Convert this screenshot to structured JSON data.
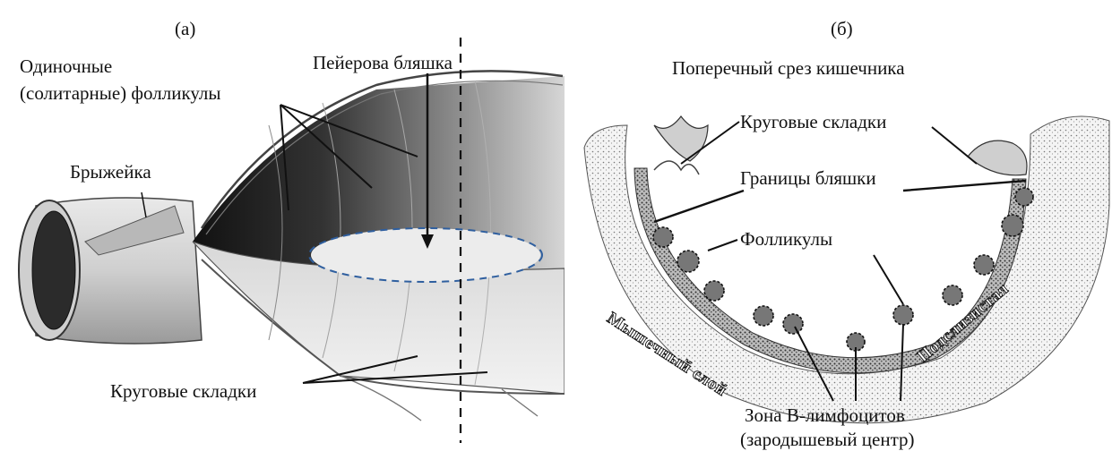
{
  "panel_a": {
    "letter": "(а)",
    "labels": {
      "solitary_line1": "Одиночные",
      "solitary_line2": "(солитарные) фолликулы",
      "mesentery": "Брыжейка",
      "peyer_patch": "Пейерова бляшка",
      "circular_folds": "Круговые складки"
    }
  },
  "panel_b": {
    "letter": "(б)",
    "labels": {
      "cross_section": "Поперечный срез кишечника",
      "circular_folds": "Круговые складки",
      "patch_borders": "Границы бляшки",
      "follicles": "Фолликулы",
      "muscle_layer": "Мышечный слой",
      "submucosa": "Подслизистая",
      "b_zone_line1": "Зона В-лимфоцитов",
      "b_zone_line2": "(зародышевый центр)"
    }
  },
  "colors": {
    "dashed_ellipse": "#2f5f9f",
    "ink": "#111111",
    "tissue_dark": "#2a2a2a"
  }
}
